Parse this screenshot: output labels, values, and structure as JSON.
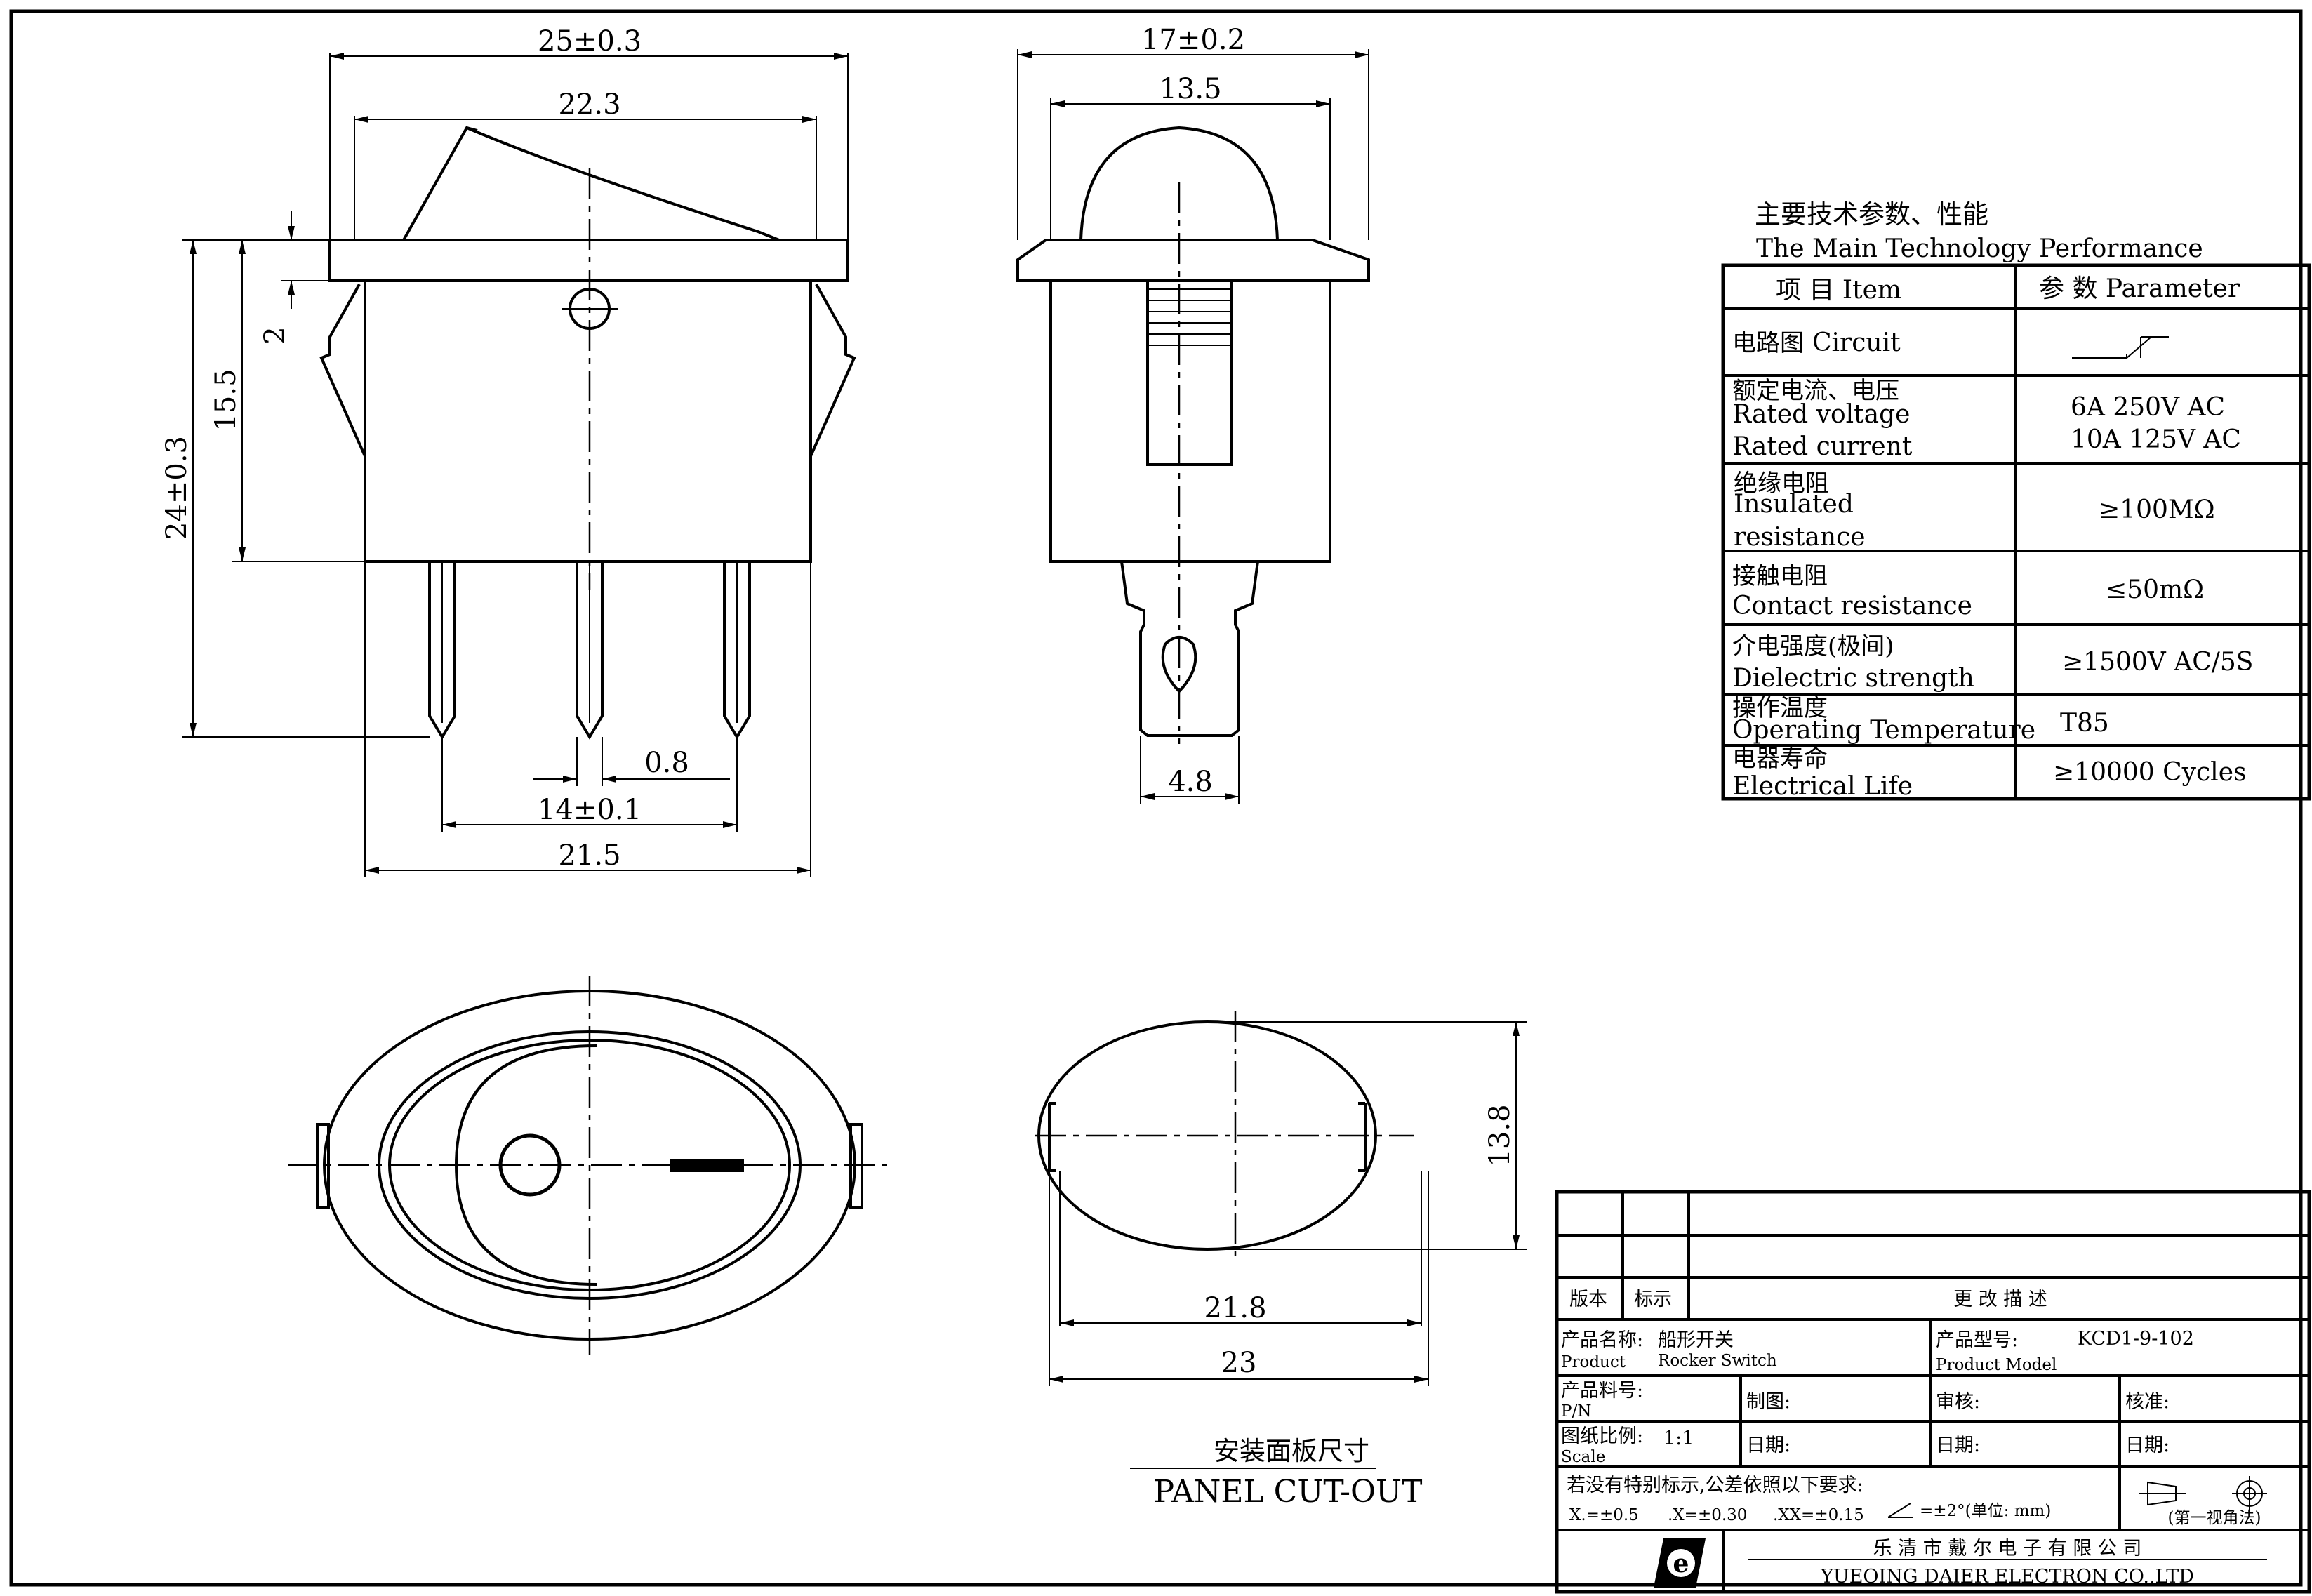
{
  "dimensions": {
    "width_total": "25±0.3",
    "width_inner": "22.3",
    "flange_thickness": "2",
    "body_height": "15.5",
    "total_height": "24±0.3",
    "pin_width": "0.8",
    "pin_spacing": "14±0.1",
    "body_width": "21.5",
    "side_width": "17±0.2",
    "side_dome": "13.5",
    "side_tab": "4.8",
    "cutout_height": "13.8",
    "cutout_inner": "21.8",
    "cutout_outer": "23"
  },
  "panel_cutout": {
    "title_cn": "安装面板尺寸",
    "title_en": "PANEL CUT-OUT"
  },
  "spec_table": {
    "title_cn": "主要技术参数、性能",
    "title_en": "The Main Technology Performance",
    "header_item": "项 目  Item",
    "header_param": "参 数 Parameter",
    "rows": [
      {
        "cn": "电路图",
        "en": "Circuit",
        "value": ""
      },
      {
        "cn": "额定电流、电压",
        "en": "Rated voltage",
        "en2": "Rated current",
        "value": "6A 250V AC",
        "value2": "10A 125V AC"
      },
      {
        "cn": "绝缘电阻",
        "en": "Insulated",
        "en2": "resistance",
        "value": "≥100MΩ"
      },
      {
        "cn": "接触电阻",
        "en": "Contact resistance",
        "value": "≤50mΩ"
      },
      {
        "cn": "介电强度(极间)",
        "en": "Dielectric strength",
        "value": "≥1500V AC/5S"
      },
      {
        "cn": "操作温度",
        "en": "Operating Temperature",
        "value": "T85"
      },
      {
        "cn": "电器寿命",
        "en": "Electrical Life",
        "value": "≥10000  Cycles"
      }
    ]
  },
  "title_block": {
    "version": "版本",
    "mark": "标示",
    "change_desc": "更  改  描  述",
    "product_name_label": "产品名称:",
    "product_name_en_label": "Product",
    "product_name_cn": "船形开关",
    "product_name_en": "Rocker Switch",
    "model_label": "产品型号:",
    "model_label_en": "Product Model",
    "model": "KCD1-9-102",
    "pn_label": "产品料号:",
    "pn_label_en": "P/N",
    "drawn": "制图:",
    "review": "审核:",
    "approve": "核准:",
    "scale_label": "图纸比例:",
    "scale_label_en": "Scale",
    "scale": "1:1",
    "date1": "日期:",
    "date2": "日期:",
    "date3": "日期:",
    "tolerance_note": "若没有特别标示,公差依照以下要求:",
    "tol_x": "X.=±0.5",
    "tol_xx": ".X=±0.30",
    "tol_xxx": ".XX=±0.15",
    "tol_angle": "=±2°(单位: mm)",
    "projection": "(第一视角法)",
    "company_cn": "乐 清 市 戴 尔 电 子 有 限 公 司",
    "company_en": "YUEQING DAIER ELECTRON CO.,LTD",
    "logo_letter": "e"
  }
}
